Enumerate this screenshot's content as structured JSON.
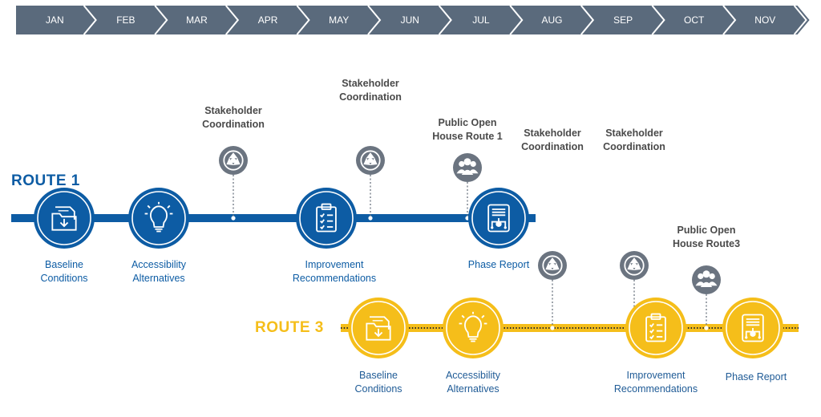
{
  "months": [
    "JAN",
    "FEB",
    "MAR",
    "APR",
    "MAY",
    "JUN",
    "JUL",
    "AUG",
    "SEP",
    "OCT",
    "NOV"
  ],
  "routes": {
    "route1": {
      "title": "ROUTE 1",
      "milestones": [
        {
          "icon": "folder-download-icon",
          "lines": [
            "Baseline",
            "Conditions"
          ]
        },
        {
          "icon": "lightbulb-icon",
          "lines": [
            "Accessibility",
            "Alternatives"
          ]
        },
        {
          "icon": "clipboard-checklist-icon",
          "lines": [
            "Improvement",
            "Recommendations"
          ]
        },
        {
          "icon": "report-document-icon",
          "lines": [
            "Phase Report"
          ]
        }
      ],
      "events": [
        {
          "icon": "coordination-icon",
          "lines": [
            "Stakeholder",
            "Coordination"
          ]
        },
        {
          "icon": "coordination-icon",
          "lines": [
            "Stakeholder",
            "Coordination"
          ]
        },
        {
          "icon": "people-group-icon",
          "lines": [
            "Public Open",
            "House Route 1"
          ]
        }
      ]
    },
    "route3": {
      "title": "ROUTE 3",
      "milestones": [
        {
          "icon": "folder-download-icon",
          "lines": [
            "Baseline",
            "Conditions"
          ]
        },
        {
          "icon": "lightbulb-icon",
          "lines": [
            "Accessibility",
            "Alternatives"
          ]
        },
        {
          "icon": "clipboard-checklist-icon",
          "lines": [
            "Improvement",
            "Recommendations"
          ]
        },
        {
          "icon": "report-document-icon",
          "lines": [
            "Phase Report"
          ]
        }
      ],
      "events": [
        {
          "icon": "coordination-icon",
          "lines": [
            "Stakeholder",
            "Coordination"
          ]
        },
        {
          "icon": "coordination-icon",
          "lines": [
            "Stakeholder",
            "Coordination"
          ]
        },
        {
          "icon": "people-group-icon",
          "lines": [
            "Public Open",
            "House Route3"
          ]
        }
      ]
    }
  },
  "colors": {
    "month_bar": "#5a6a7c",
    "route1": "#0d5ca4",
    "route3": "#f5be1a",
    "event_icon": "#6b7480"
  }
}
